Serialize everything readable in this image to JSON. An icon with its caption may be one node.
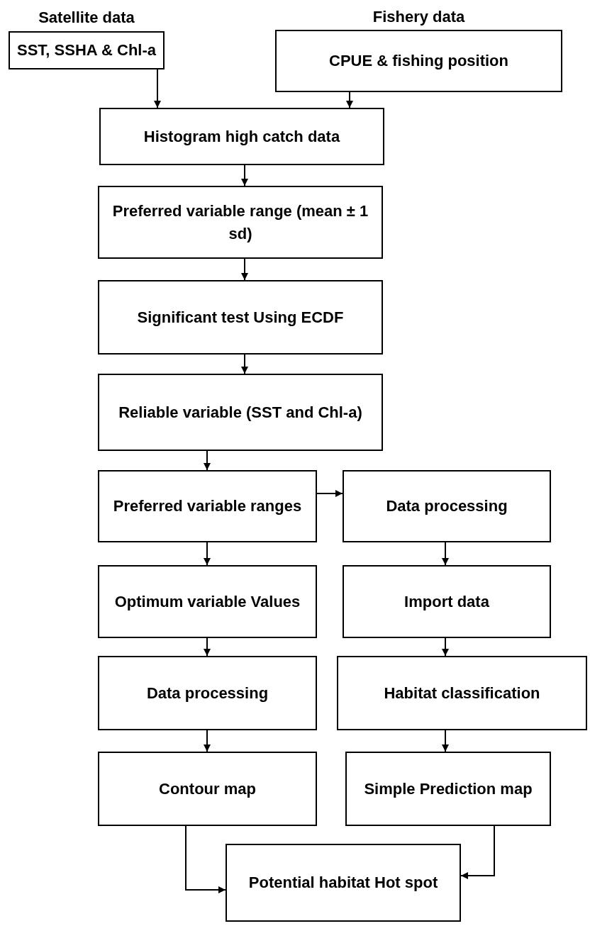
{
  "diagram": {
    "nodes": [
      {
        "text": [
          "Satellite data",
          "SST, SSHA & Chl-a"
        ]
      },
      {
        "text": [
          "Fishery data",
          "CPUE & fishing position"
        ]
      },
      {
        "text": [
          "Histogram high catch data"
        ]
      },
      {
        "text": [
          "Preferred variable range (mean ± 1 sd)"
        ]
      },
      {
        "text": [
          "Significant test Using ECDF"
        ]
      },
      {
        "text": [
          "Reliable variable (SST and Chl-a)"
        ]
      },
      {
        "text": [
          "Preferred variable ranges"
        ]
      },
      {
        "text": [
          "Data processing"
        ]
      },
      {
        "text": [
          "Optimum variable Values"
        ]
      },
      {
        "text": [
          "Import data"
        ]
      },
      {
        "text": [
          "Data processing"
        ]
      },
      {
        "text": [
          "Habitat classification"
        ]
      },
      {
        "text": [
          "Contour map"
        ]
      },
      {
        "text": [
          "Simple Prediction map"
        ]
      },
      {
        "text": [
          "Potential habitat Hot spot"
        ]
      }
    ],
    "edges": [
      {
        "from": 0,
        "to": 2,
        "arrow": "to"
      },
      {
        "from": 1,
        "to": 2,
        "arrow": "to"
      },
      {
        "from": 2,
        "to": 3,
        "arrow": "to"
      },
      {
        "from": 3,
        "to": 4,
        "arrow": "to"
      },
      {
        "from": 4,
        "to": 5,
        "arrow": "to"
      },
      {
        "from": 5,
        "to": 6,
        "arrow": "to"
      },
      {
        "from": 6,
        "to": 7,
        "arrow": "to"
      },
      {
        "from": 6,
        "to": 8,
        "arrow": "to"
      },
      {
        "from": 7,
        "to": 9,
        "arrow": "to"
      },
      {
        "from": 8,
        "to": 10,
        "arrow": "to"
      },
      {
        "from": 9,
        "to": 11,
        "arrow": "to"
      },
      {
        "from": 10,
        "to": 12,
        "arrow": "to"
      },
      {
        "from": 11,
        "to": 13,
        "arrow": "to"
      },
      {
        "from": 12,
        "to": 14,
        "arrow": "to"
      },
      {
        "from": 13,
        "to": 14,
        "arrow": "to"
      }
    ]
  }
}
